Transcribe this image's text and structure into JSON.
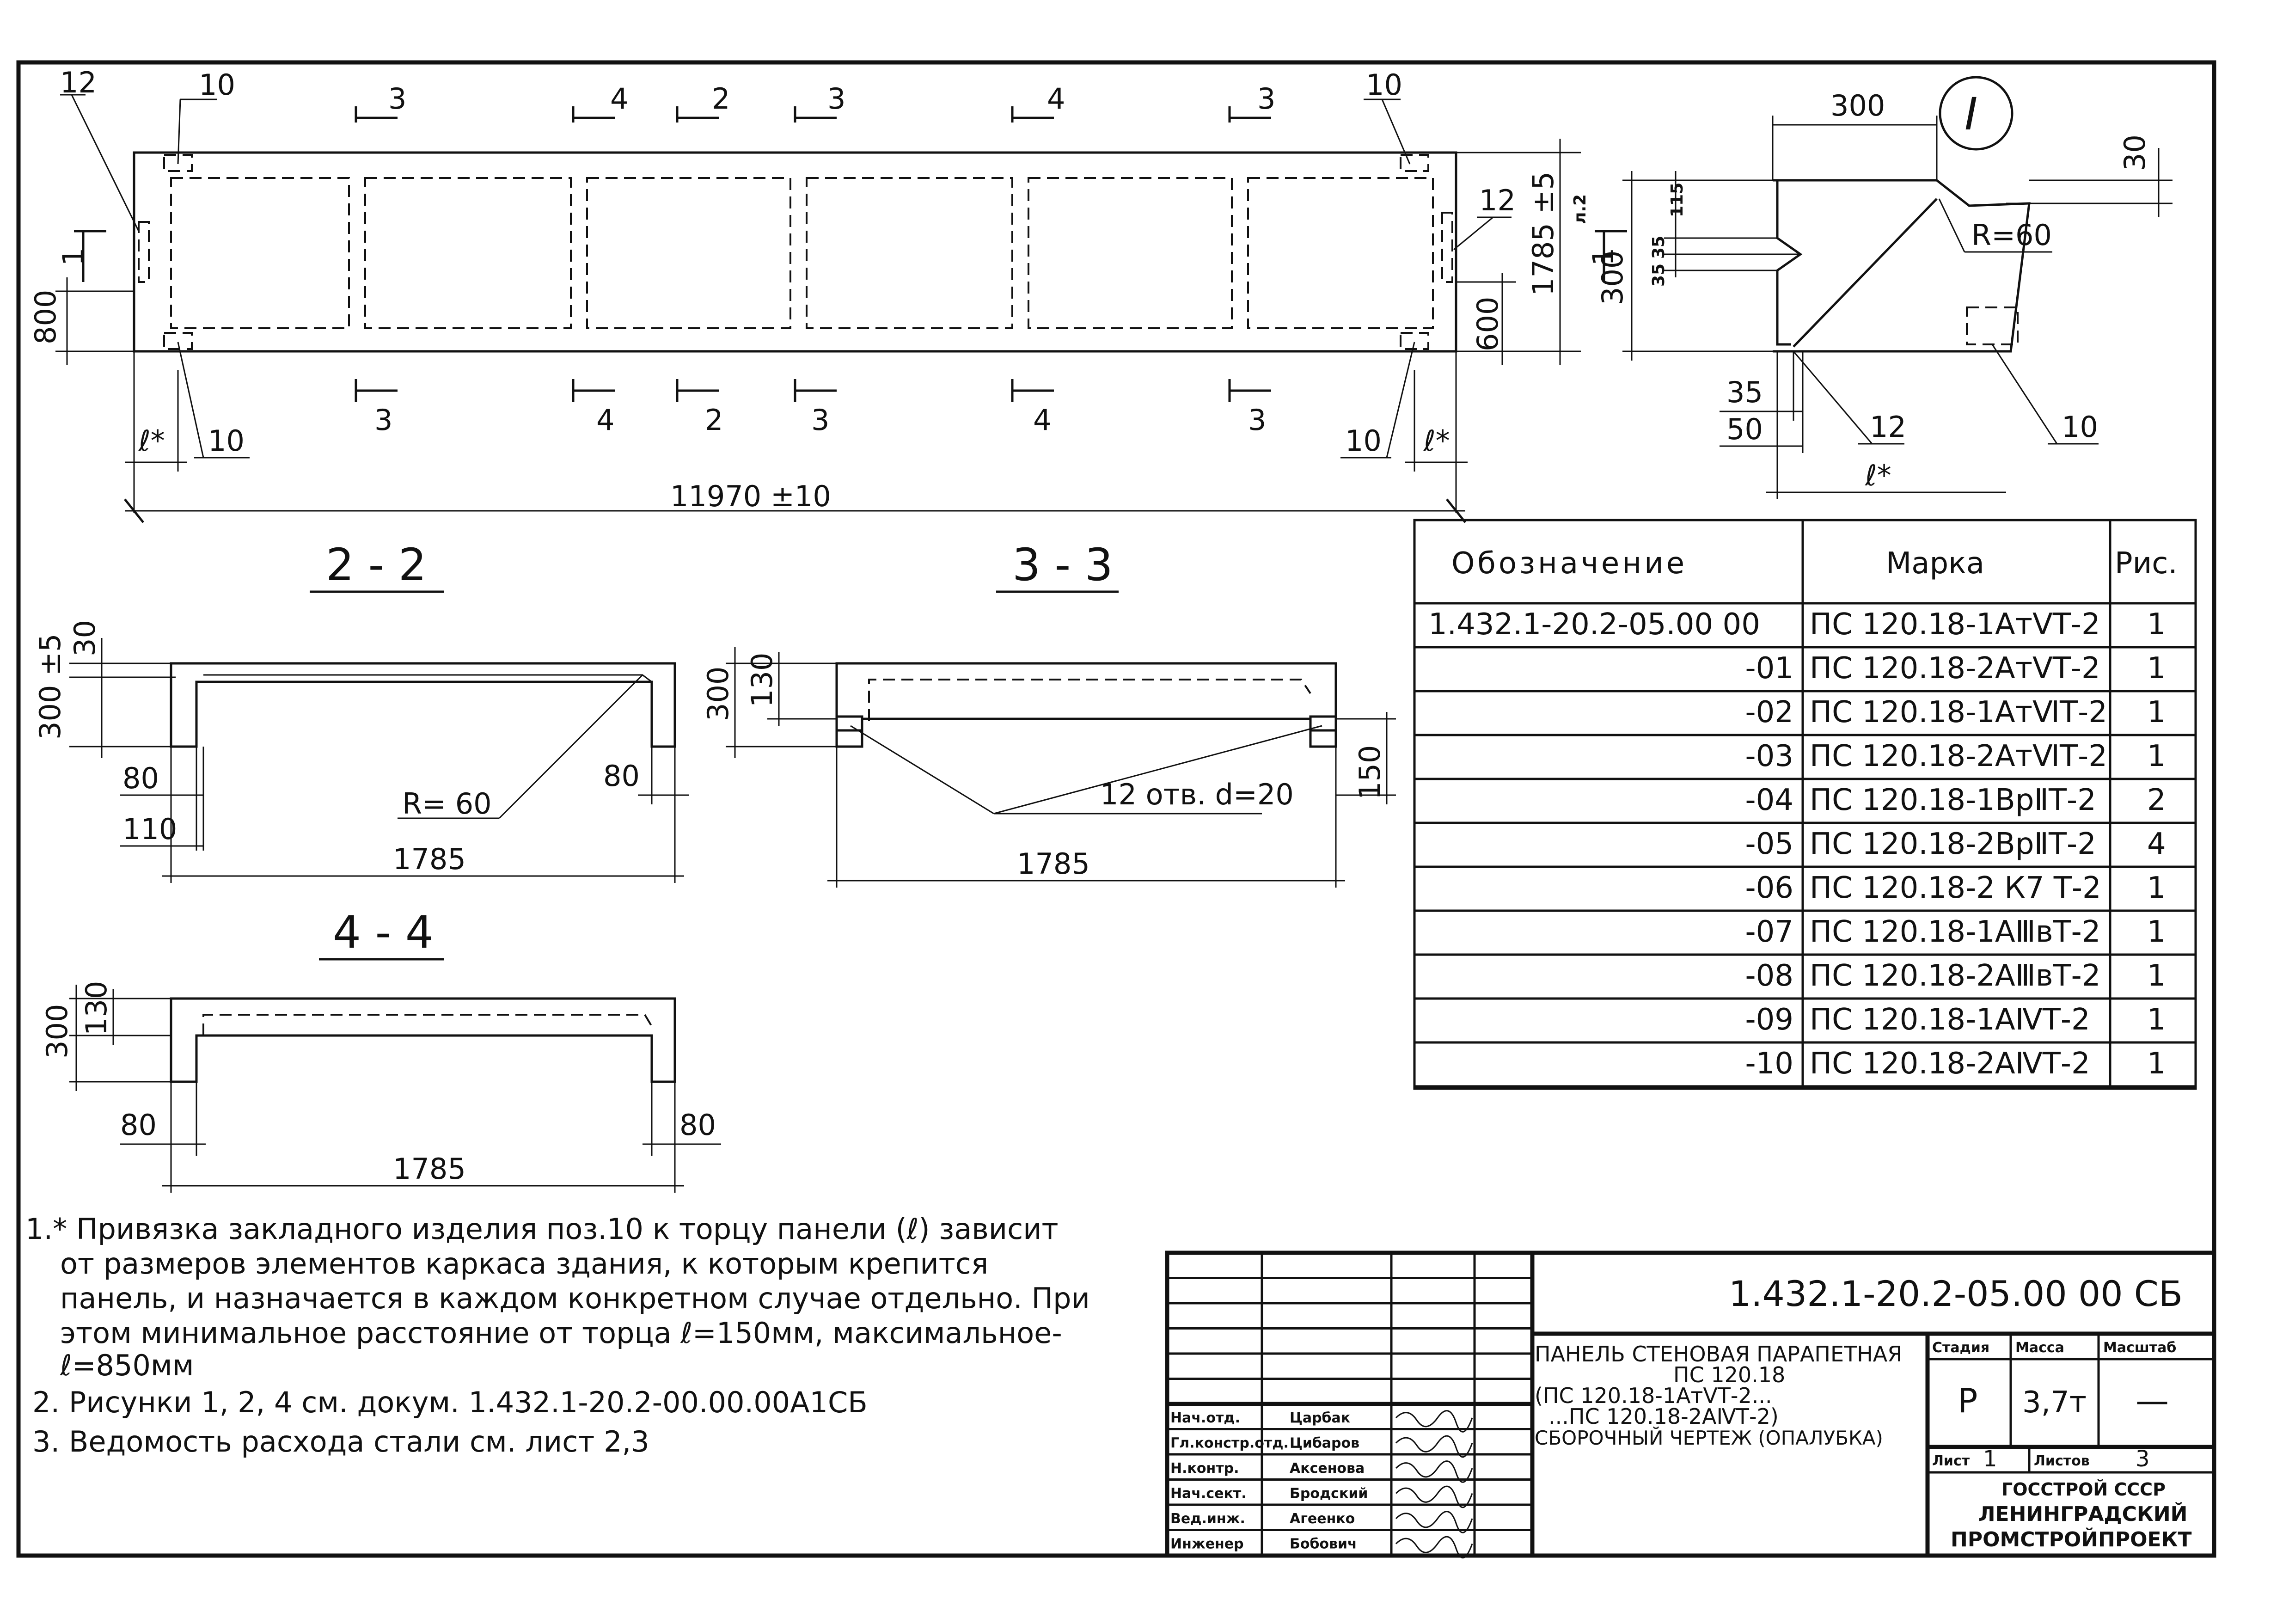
{
  "plan": {
    "overall_length": "11970 ±10",
    "height_dim": "1785 ±5",
    "dim_800": "800",
    "dim_600": "600",
    "left_e": "ℓ*",
    "right_e": "ℓ*",
    "top_labels": [
      "12",
      "10",
      "10"
    ],
    "top_cuts": [
      "3",
      "4",
      "2",
      "3",
      "4",
      "3"
    ],
    "bottom_cuts": [
      "3",
      "4",
      "2",
      "3",
      "4",
      "3"
    ],
    "bottom_labels": [
      "10",
      "10"
    ],
    "side_label_right": "12",
    "view_marker_left": "1",
    "view_marker_right": "1",
    "view_marker_right_sheet": "л.2"
  },
  "detail_1": {
    "circle_label": "I",
    "dim_300_top": "300",
    "dim_30": "30",
    "dim_115": "115",
    "dim_35a": "35",
    "dim_35b": "35",
    "dim_300_left": "300",
    "radius": "R=60",
    "dim_35_bottom": "35",
    "dim_50": "50",
    "label_12": "12",
    "label_10": "10",
    "label_e": "ℓ*"
  },
  "section_2_2": {
    "title": "2 - 2",
    "dim_30": "30",
    "height": "300 ±5",
    "dim_80_left": "80",
    "dim_110": "110",
    "dim_80_right": "80",
    "radius": "R= 60",
    "width": "1785"
  },
  "section_3_3": {
    "title": "3 - 3",
    "dim_300": "300",
    "dim_130": "130",
    "holes": "12 отв. d=20",
    "dim_150": "150",
    "width": "1785"
  },
  "section_4_4": {
    "title": "4 - 4",
    "dim_300": "300",
    "dim_130": "130",
    "dim_80_left": "80",
    "dim_80_right": "80",
    "width": "1785"
  },
  "spec_table": {
    "headers": [
      "Обозначение",
      "Марка",
      "Рис."
    ],
    "rows": [
      {
        "designation": "1.432.1-20.2-05.00 00",
        "mark": "ПС 120.18-1АтⅤТ-2",
        "fig": "1"
      },
      {
        "designation": "-01",
        "mark": "ПС 120.18-2АтⅤТ-2",
        "fig": "1"
      },
      {
        "designation": "-02",
        "mark": "ПС 120.18-1АтⅥТ-2",
        "fig": "1"
      },
      {
        "designation": "-03",
        "mark": "ПС 120.18-2АтⅥТ-2",
        "fig": "1"
      },
      {
        "designation": "-04",
        "mark": "ПС 120.18-1ВрⅡТ-2",
        "fig": "2"
      },
      {
        "designation": "-05",
        "mark": "ПС 120.18-2ВрⅡТ-2",
        "fig": "4"
      },
      {
        "designation": "-06",
        "mark": "ПС 120.18-2 К7 Т-2",
        "fig": "1"
      },
      {
        "designation": "-07",
        "mark": "ПС 120.18-1АⅢвТ-2",
        "fig": "1"
      },
      {
        "designation": "-08",
        "mark": "ПС 120.18-2АⅢвТ-2",
        "fig": "1"
      },
      {
        "designation": "-09",
        "mark": "ПС 120.18-1АⅣТ-2",
        "fig": "1"
      },
      {
        "designation": "-10",
        "mark": "ПС 120.18-2АⅣТ-2",
        "fig": "1"
      }
    ]
  },
  "notes": {
    "n1_l1": "1.* Привязка закладного изделия поз.10 к торцу панели (ℓ) зависит",
    "n1_l2": "от размеров элементов каркаса здания, к которым крепится",
    "n1_l3": "панель, и назначается в каждом конкретном случае отдельно. При",
    "n1_l4": "этом минимальное расстояние от торца ℓ=150мм, максимальное-",
    "n1_l5": "ℓ=850мм",
    "n2": "2. Рисунки 1, 2, 4 см. докум. 1.432.1-20.2-00.00.00А1СБ",
    "n3": "3. Ведомость расхода стали см. лист 2,3"
  },
  "title_block": {
    "doc_code": "1.432.1-20.2-05.00 00 СБ",
    "name_l1": "ПАНЕЛЬ СТЕНОВАЯ ПАРАПЕТНАЯ",
    "name_l2": "ПС 120.18",
    "name_l3": "(ПС 120.18-1АтⅤТ-2...",
    "name_l4": "...ПС 120.18-2АⅣТ-2)",
    "name_l5": "СБОРОЧНЫЙ ЧЕРТЕЖ (ОПАЛУБКА)",
    "stage_label": "Стадия",
    "mass_label": "Масса",
    "scale_label": "Масштаб",
    "stage": "Р",
    "mass": "3,7т",
    "scale": "—",
    "sheet_label": "Лист",
    "sheet": "1",
    "sheets_label": "Листов",
    "sheets": "3",
    "org_l1": "ГОССТРОЙ СССР",
    "org_l2": "ЛЕНИНГРАДСКИЙ",
    "org_l3": "ПРОМСТРОЙПРОЕКТ",
    "staff": [
      {
        "role": "Нач.отд.",
        "name": "Царбак"
      },
      {
        "role": "Гл.констр.отд.",
        "name": "Цибаров"
      },
      {
        "role": "Н.контр.",
        "name": "Аксенова"
      },
      {
        "role": "Нач.сект.",
        "name": "Бродский"
      },
      {
        "role": "Вед.инж.",
        "name": "Агеенко"
      },
      {
        "role": "Инженер",
        "name": "Бобович"
      }
    ]
  }
}
